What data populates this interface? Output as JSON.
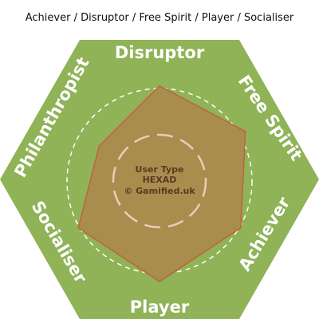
{
  "title": "Achiever / Disruptor / Free Spirit / Player / Socialiser",
  "colors": {
    "hexagon_fill": "#8fb356",
    "profile_fill": "#a98d4f",
    "profile_stroke": "#c0623a",
    "dashed_circle": "#ffffff",
    "inner_circle": "#f2c9b6",
    "label_text": "#ffffff",
    "center_text": "#5a3a1e"
  },
  "labels": {
    "disruptor": "Disruptor",
    "free_spirit": "Free Spirit",
    "achiever": "Achiever",
    "player": "Player",
    "socialiser": "Socialiser",
    "philanthropist": "Philanthropist"
  },
  "center": {
    "line1": "User Type",
    "line2": "HEXAD",
    "line3": "© Gamified.uk"
  },
  "scores": {
    "disruptor": 0.71,
    "free_spirit": 0.74,
    "achiever": 0.7,
    "player": 0.75,
    "socialiser": 0.7,
    "philanthropist": 0.52
  }
}
